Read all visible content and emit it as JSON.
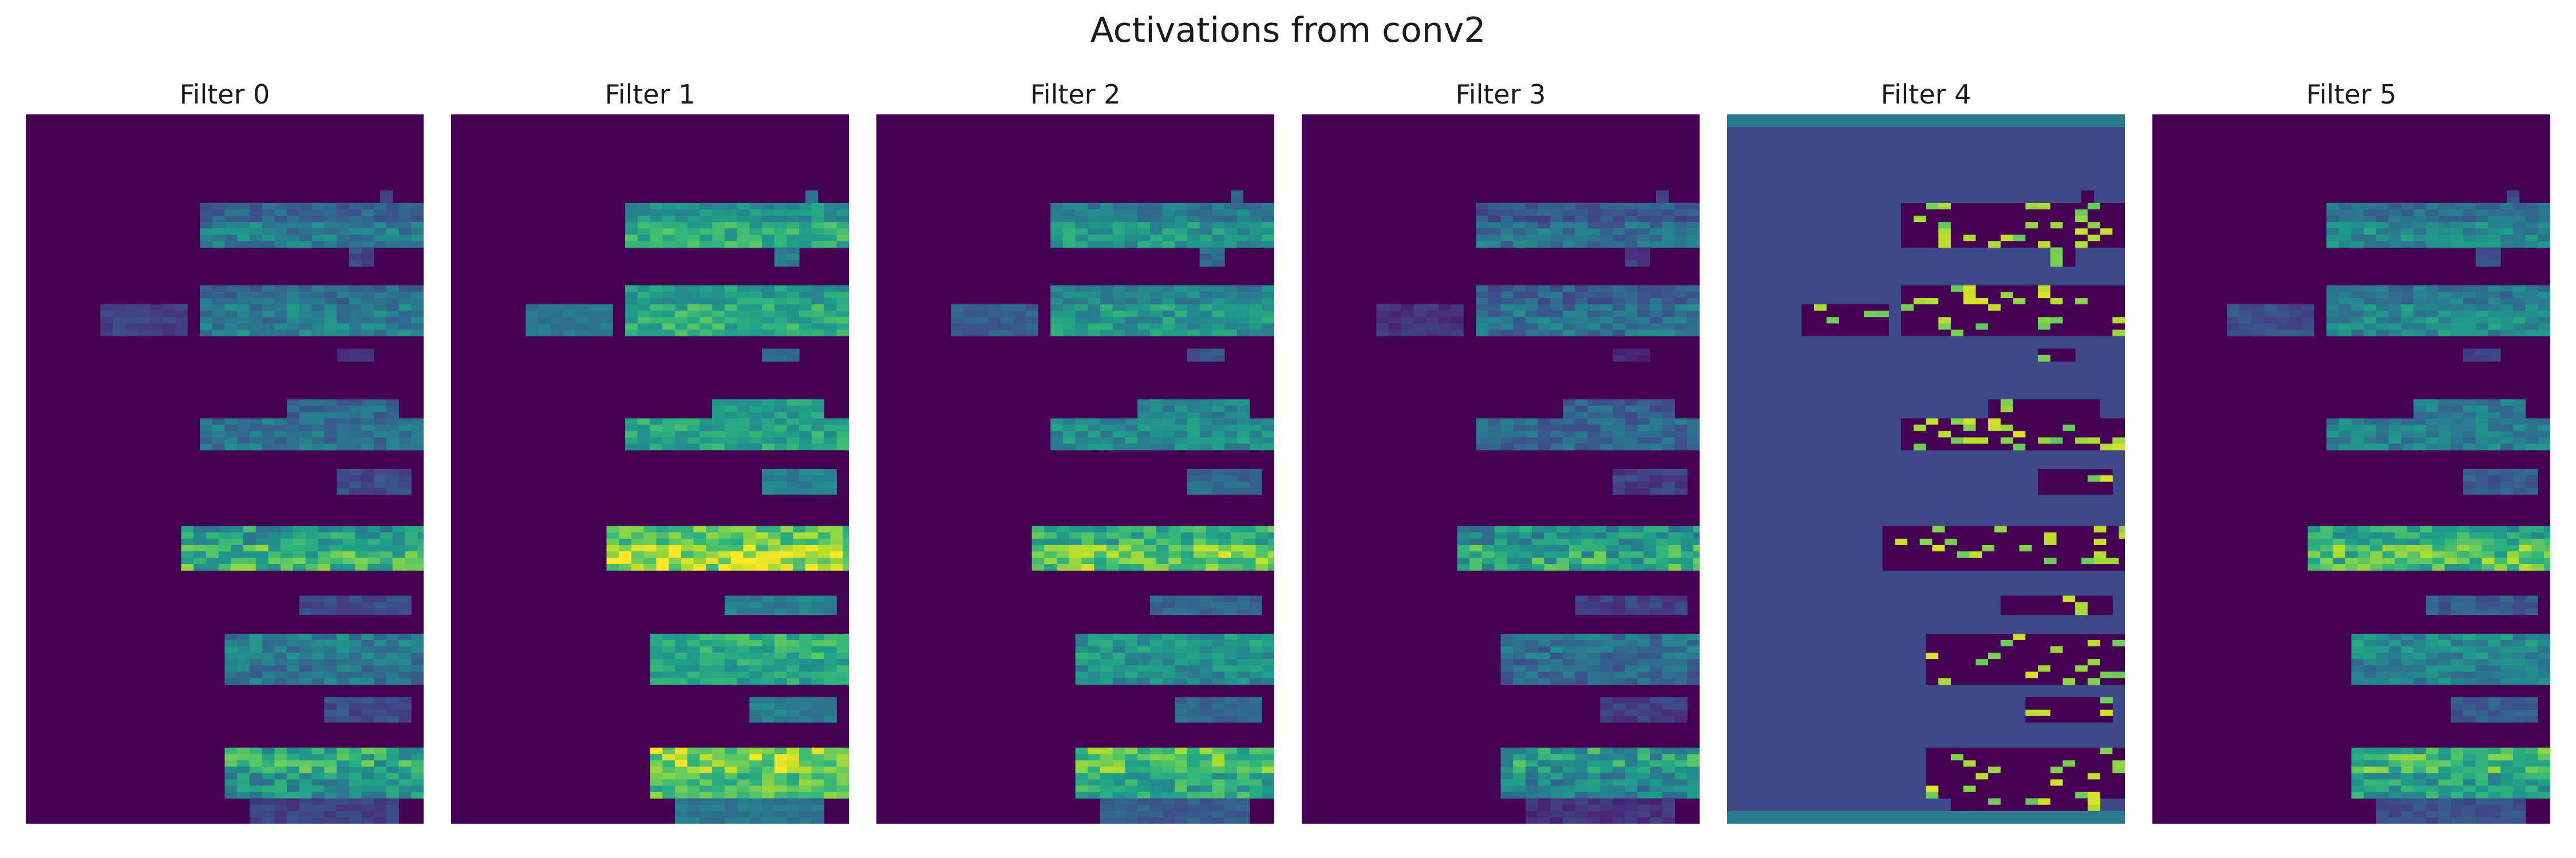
{
  "title": "Activations from conv2",
  "chart_data": {
    "type": "heatmap",
    "title": "Activations from conv2",
    "colormap": "viridis",
    "axes_visible": false,
    "panels": [
      {
        "title": "Filter 0"
      },
      {
        "title": "Filter 1"
      },
      {
        "title": "Filter 2"
      },
      {
        "title": "Filter 3"
      },
      {
        "title": "Filter 4"
      },
      {
        "title": "Filter 5"
      }
    ]
  }
}
